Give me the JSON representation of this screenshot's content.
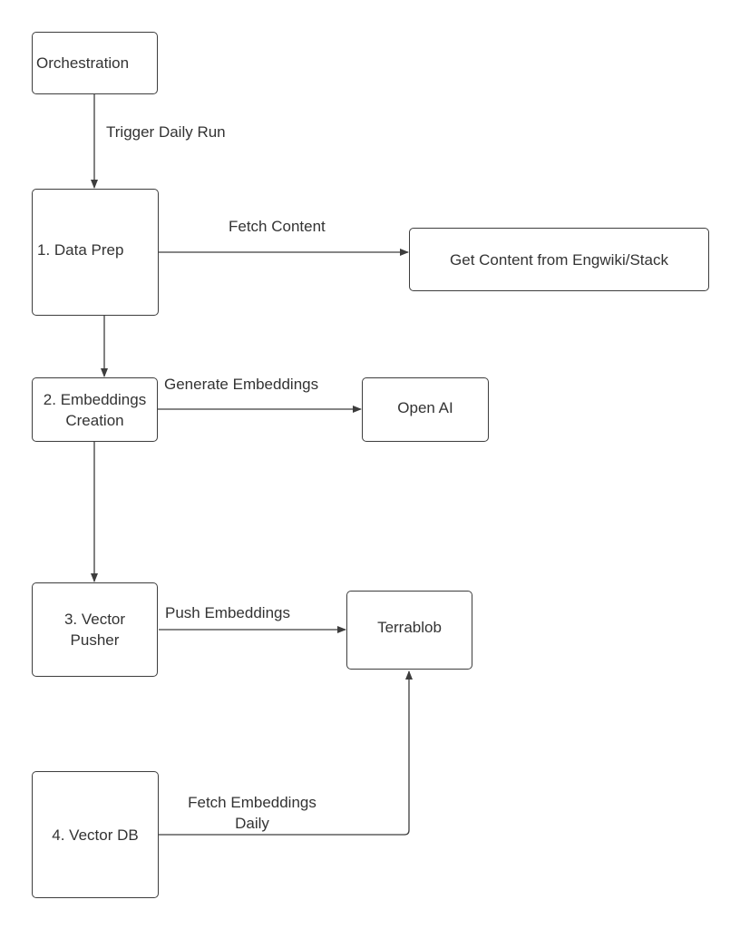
{
  "diagram": {
    "nodes": {
      "orchestration": "Orchestration",
      "data_prep": "1.  Data Prep",
      "engwiki": "Get Content from Engwiki/Stack",
      "embeddings_creation": "2. Embeddings\nCreation",
      "open_ai": "Open AI",
      "vector_pusher": "3. Vector\nPusher",
      "terrablob": "Terrablob",
      "vector_db": "4. Vector DB"
    },
    "edges": {
      "trigger_daily_run": "Trigger Daily Run",
      "fetch_content": "Fetch Content",
      "generate_embeddings": "Generate Embeddings",
      "push_embeddings": "Push Embeddings",
      "fetch_embeddings_daily": "Fetch Embeddings\nDaily"
    },
    "colors": {
      "stroke": "#3d3d3d",
      "text": "#333333",
      "background": "#ffffff"
    }
  }
}
